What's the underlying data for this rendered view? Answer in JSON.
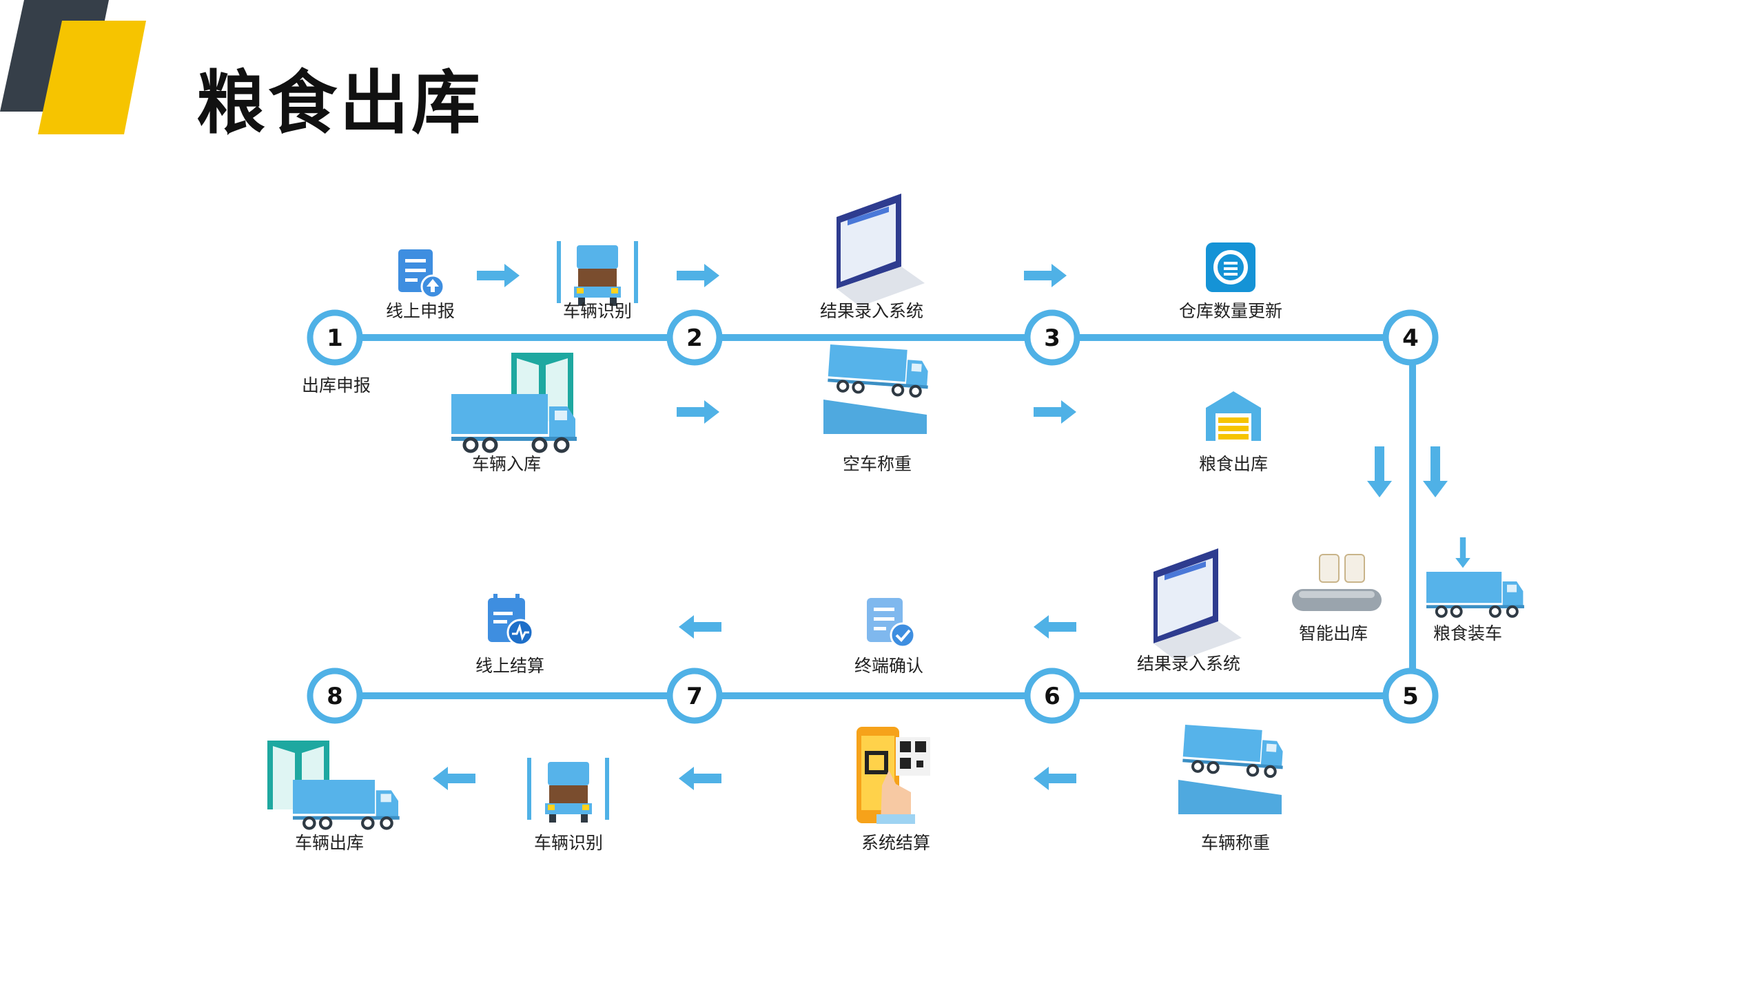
{
  "page": {
    "title": "粮食出库"
  },
  "colors": {
    "accent_blue": "#4fb1e6",
    "truck_blue": "#56b3ea",
    "yellow": "#f6c400",
    "dark_slate": "#363f49",
    "teal": "#1ea8a0",
    "dark": "#111111"
  },
  "steps": [
    {
      "num": "1",
      "label": "出库申报"
    },
    {
      "num": "2",
      "label": ""
    },
    {
      "num": "3",
      "label": ""
    },
    {
      "num": "4",
      "label": ""
    },
    {
      "num": "5",
      "label": ""
    },
    {
      "num": "6",
      "label": ""
    },
    {
      "num": "7",
      "label": ""
    },
    {
      "num": "8",
      "label": ""
    }
  ],
  "items": {
    "online_declare": "线上申报",
    "vehicle_recognize_1": "车辆识别",
    "result_entry_1": "结果录入系统",
    "warehouse_update": "仓库数量更新",
    "vehicle_in": "车辆入库",
    "empty_weigh": "空车称重",
    "grain_out": "粮食出库",
    "smart_out": "智能出库",
    "grain_load": "粮食装车",
    "online_settle": "线上结算",
    "terminal_confirm": "终端确认",
    "result_entry_2": "结果录入系统",
    "vehicle_out": "车辆出库",
    "vehicle_recognize_2": "车辆识别",
    "system_settle": "系统结算",
    "vehicle_weigh": "车辆称重"
  }
}
